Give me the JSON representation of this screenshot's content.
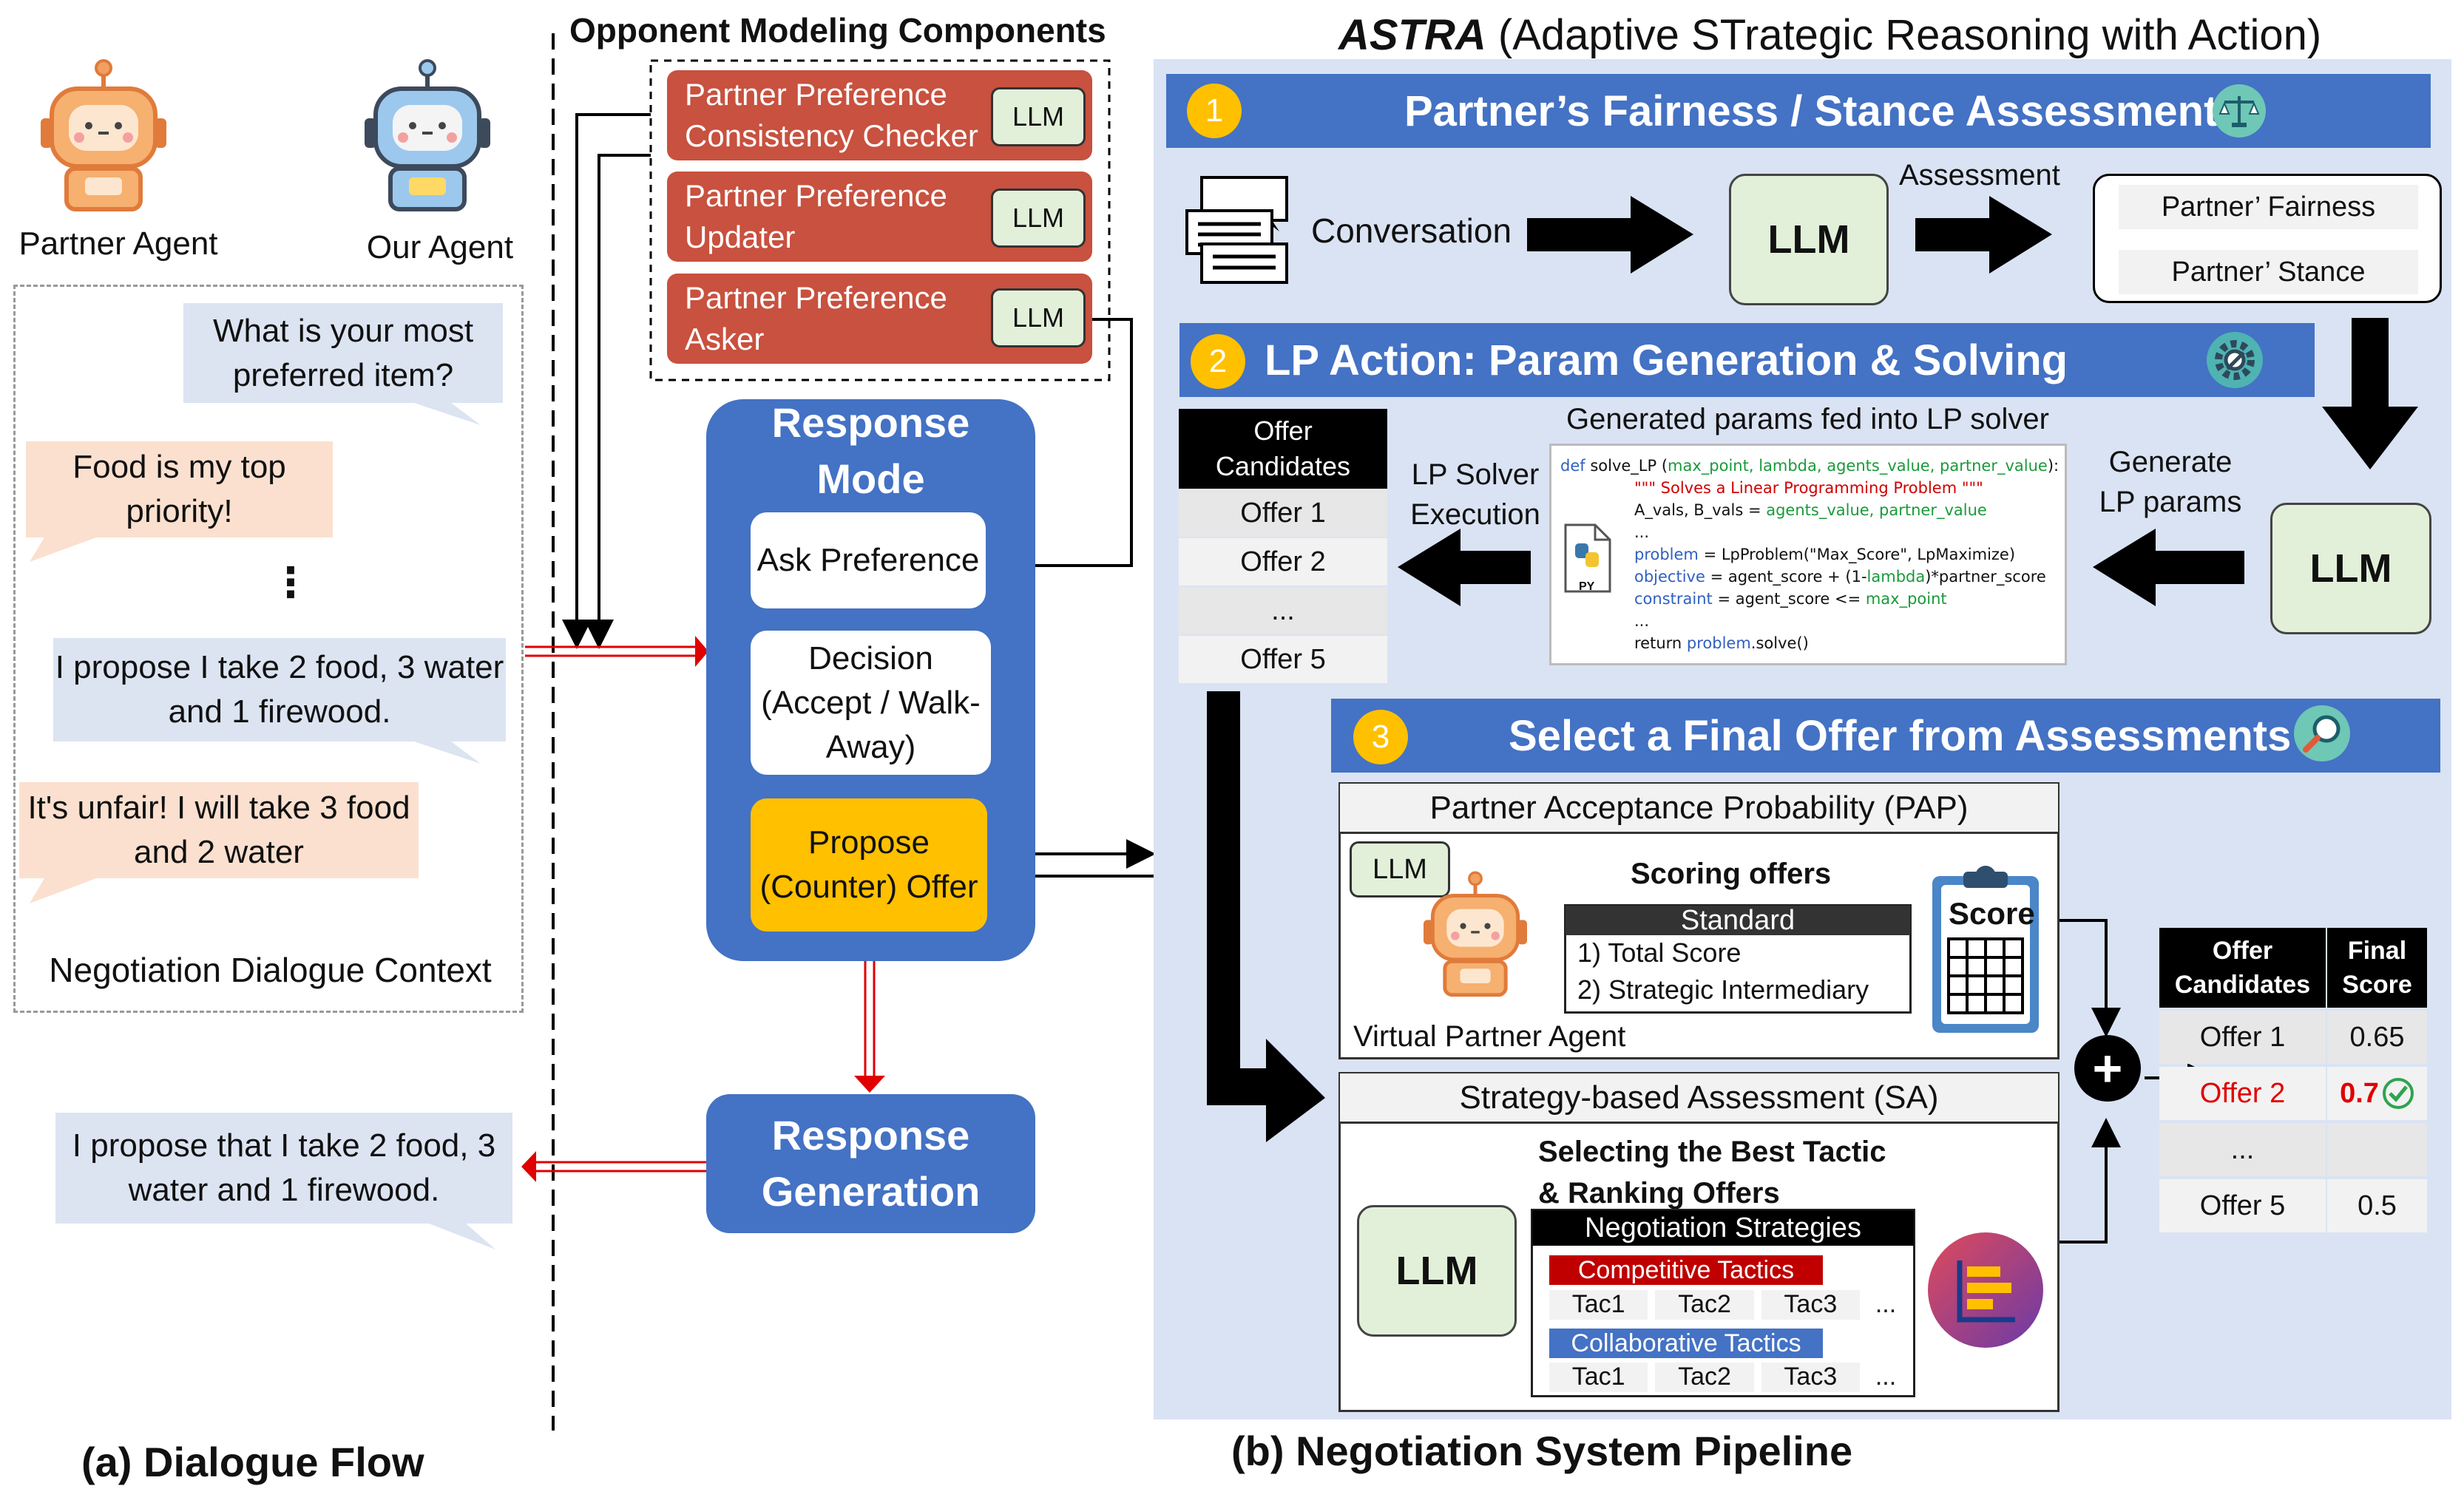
{
  "dialogue": {
    "partner_label": "Partner Agent",
    "our_label": "Our Agent",
    "bubble1": "What is your most preferred item?",
    "bubble2": "Food is my top priority!",
    "ellipsis": "⋮",
    "bubble3": "I propose I take 2 food, 3 water and 1 firewood.",
    "bubble4": "It's unfair! I will take 3 food and 2 water",
    "context_label": "Negotiation Dialogue Context",
    "output_bubble": "I propose that I take 2 food, 3 water and 1 firewood.",
    "caption": "(a) Dialogue Flow"
  },
  "opponent": {
    "title": "Opponent Modeling Components",
    "items": [
      {
        "label": "Partner Preference Consistency Checker",
        "chip": "LLM"
      },
      {
        "label": "Partner Preference Updater",
        "chip": "LLM"
      },
      {
        "label": "Partner Preference Asker",
        "chip": "LLM"
      }
    ]
  },
  "response_mode": {
    "title": "Response Mode",
    "ask": "Ask Preference",
    "decision": "Decision (Accept / Walk-Away)",
    "propose": "Propose (Counter) Offer",
    "generation": "Response Generation"
  },
  "astra": {
    "title_italic": "ASTRA",
    "title_rest": " (Adaptive STrategic Reasoning with Action)",
    "caption": "(b) Negotiation System Pipeline"
  },
  "stage1": {
    "num": "1",
    "title": "Partner’s  Fairness / Stance Assessment",
    "conversation": "Conversation",
    "llm": "LLM",
    "assessment": "Assessment",
    "fairness": "Partner’ Fairness",
    "stance": "Partner’ Stance"
  },
  "stage2": {
    "num": "2",
    "title": "LP Action: Param Generation & Solving",
    "offer_header": "Offer Candidates",
    "offers": [
      "Offer 1",
      "Offer 2",
      "...",
      "Offer 5"
    ],
    "solver_label": "LP Solver Execution",
    "params_title": "Generated params fed into LP solver",
    "generate_label": "Generate LP params",
    "llm": "LLM",
    "py": "PY",
    "code": {
      "l1a": "def ",
      "l1b": "solve_LP (",
      "l1c": "max_point, lambda, agents_value, partner_value",
      "l1d": "):",
      "l2": "\"\"\" Solves a Linear Programming Problem \"\"\"",
      "l3a": "A_vals, B_vals = ",
      "l3b": "agents_value, partner_value",
      "l4": "...",
      "l5a": "problem",
      "l5b": " = LpProblem(\"Max_Score\", LpMaximize)",
      "l6a": "objective",
      "l6b": " = agent_score + (1-",
      "l6c": "lambda",
      "l6d": ")*partner_score",
      "l7a": "constraint",
      "l7b": " = agent_score <= ",
      "l7c": "max_point",
      "l8": "...",
      "l9a": "return ",
      "l9b": "problem",
      "l9c": ".solve()"
    }
  },
  "stage3": {
    "num": "3",
    "title": "Select a Final Offer from Assessments",
    "pap_title": "Partner Acceptance Probability (PAP)",
    "pap_llm": "LLM",
    "scoring": "Scoring offers",
    "standard": "Standard",
    "std1": "1) Total Score",
    "std2": "2) Strategic Intermediary",
    "score": "Score",
    "virtual": "Virtual Partner Agent",
    "sa_title": "Strategy-based Assessment (SA)",
    "sa_sub1": "Selecting the Best Tactic",
    "sa_sub2": "& Ranking Offers",
    "sa_llm": "LLM",
    "strategies": "Negotiation Strategies",
    "competitive": "Competitive Tactics",
    "collaborative": "Collaborative Tactics",
    "tacs": [
      "Tac1",
      "Tac2",
      "Tac3",
      "..."
    ],
    "plus": "+"
  },
  "final_table": {
    "h1": "Offer Candidates",
    "h2": "Final Score",
    "rows": [
      {
        "offer": "Offer 1",
        "score": "0.65"
      },
      {
        "offer": "Offer 2",
        "score": "0.7"
      },
      {
        "offer": "...",
        "score": ""
      },
      {
        "offer": "Offer 5",
        "score": "0.5"
      }
    ]
  },
  "colors": {
    "blue": "#4472c4",
    "panel": "#dae3f3",
    "red_box": "#c8513f",
    "llm_green": "#e2f0d9",
    "yellow": "#ffc000",
    "highlight_red": "#e00000"
  }
}
